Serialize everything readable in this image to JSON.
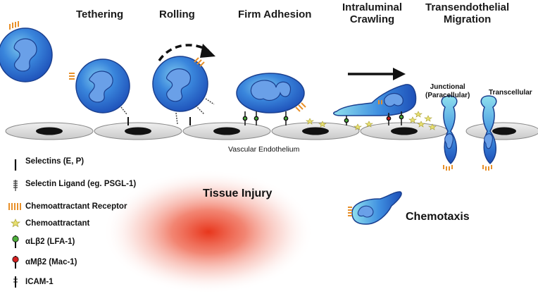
{
  "stages": [
    {
      "title": "Tethering"
    },
    {
      "title": "Rolling"
    },
    {
      "title": "Firm Adhesion"
    },
    {
      "title": "Intraluminal\nCrawling"
    },
    {
      "title": "Transendothelial\nMigration"
    }
  ],
  "labels": {
    "vascular_endothelium": "Vascular Endothelium",
    "junctional": "Junctional\n(Paracellular)",
    "transcellular": "Transcellular",
    "tissue_injury": "Tissue Injury",
    "chemotaxis": "Chemotaxis"
  },
  "legend": [
    {
      "label": "Selectins (E, P)",
      "icon": "selectin-icon"
    },
    {
      "label": "Selectin Ligand (eg. PSGL-1)",
      "icon": "selectin-ligand-icon"
    },
    {
      "label": "Chemoattractant Receptor",
      "icon": "chemoattractant-receptor-icon"
    },
    {
      "label": "Chemoattractant",
      "icon": "star-icon"
    },
    {
      "label": "αLβ2 (LFA-1)",
      "icon": "lfa1-icon"
    },
    {
      "label": "αMβ2 (Mac-1)",
      "icon": "mac1-icon"
    },
    {
      "label": "ICAM-1",
      "icon": "icam1-icon"
    }
  ],
  "colors": {
    "cell_fill": "#2f6fd6",
    "cell_light": "#8fd6ec",
    "nucleus_fill": "#6a9fe8",
    "endothelium_fill": "#d9d9d9",
    "endothelium_nucleus": "#111111",
    "receptor": "#e8902a",
    "chemoattractant": "#e8e070",
    "lfa1": "#4caf3a",
    "mac1": "#d42020",
    "injury": "#e8361c"
  }
}
